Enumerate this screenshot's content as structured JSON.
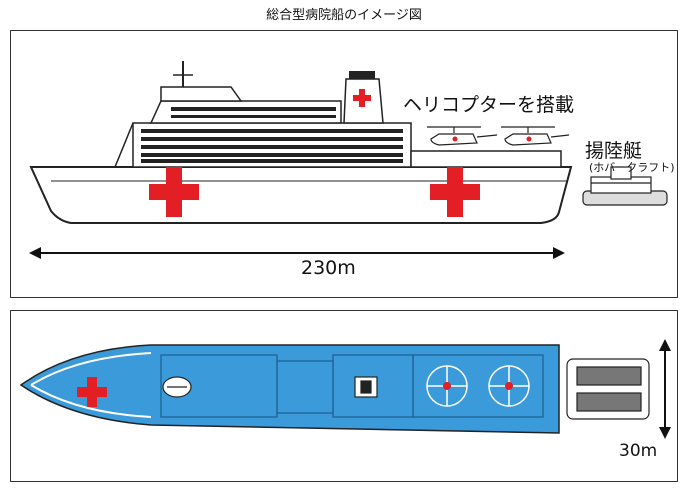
{
  "title": "総合型病院船のイメージ図",
  "side_view": {
    "helicopter_label": "ヘリコプターを搭載",
    "hovercraft_label": "揚陸艇",
    "hovercraft_sublabel": "(ホバークラフト)",
    "length_label": "230m"
  },
  "plan_view": {
    "width_label": "30m"
  },
  "colors": {
    "red_cross": "#e31e24",
    "deck_blue": "#3b9ad9",
    "outline": "#222222",
    "hull_fill": "#ffffff"
  }
}
